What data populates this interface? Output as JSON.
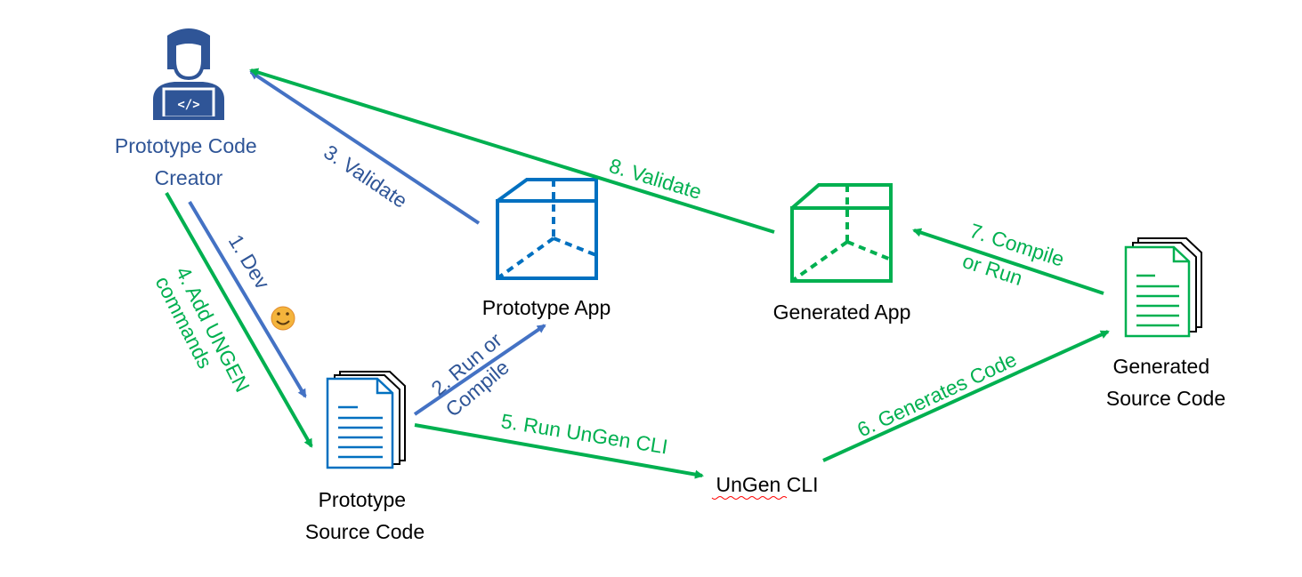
{
  "colors": {
    "blue": "#4472c4",
    "cube_blue": "#0070c0",
    "green": "#00b050",
    "person_blue": "#2f5597",
    "creator_text": "#2f5597",
    "black": "#000000"
  },
  "nodes": {
    "creator": {
      "line1": "Prototype Code",
      "line2": "Creator",
      "icon": "developer-person-icon"
    },
    "prototype_app": {
      "label": "Prototype App",
      "icon": "cube-icon"
    },
    "generated_app": {
      "label": "Generated App",
      "icon": "cube-icon"
    },
    "prototype_source": {
      "line1": "Prototype",
      "line2": "Source Code",
      "icon": "document-stack-icon"
    },
    "generated_source": {
      "line1": "Generated",
      "line2": "Source Code",
      "icon": "document-stack-icon"
    },
    "ungen_cli": {
      "label": "UnGen CLI"
    }
  },
  "edges": {
    "dev": {
      "label": "1. Dev",
      "emoji": "smiley-emoji-icon"
    },
    "run_compile": {
      "line1": "2. Run or",
      "line2": "Compile"
    },
    "validate3": {
      "label": "3. Validate"
    },
    "add_ungen": {
      "line1": "4. Add UNGEN",
      "line2": "commands"
    },
    "run_cli": {
      "label": "5. Run UnGen CLI"
    },
    "generates": {
      "label": "6. Generates Code"
    },
    "compile_run": {
      "line1": "7. Compile",
      "line2": "or Run"
    },
    "validate8": {
      "label": "8. Validate"
    }
  }
}
